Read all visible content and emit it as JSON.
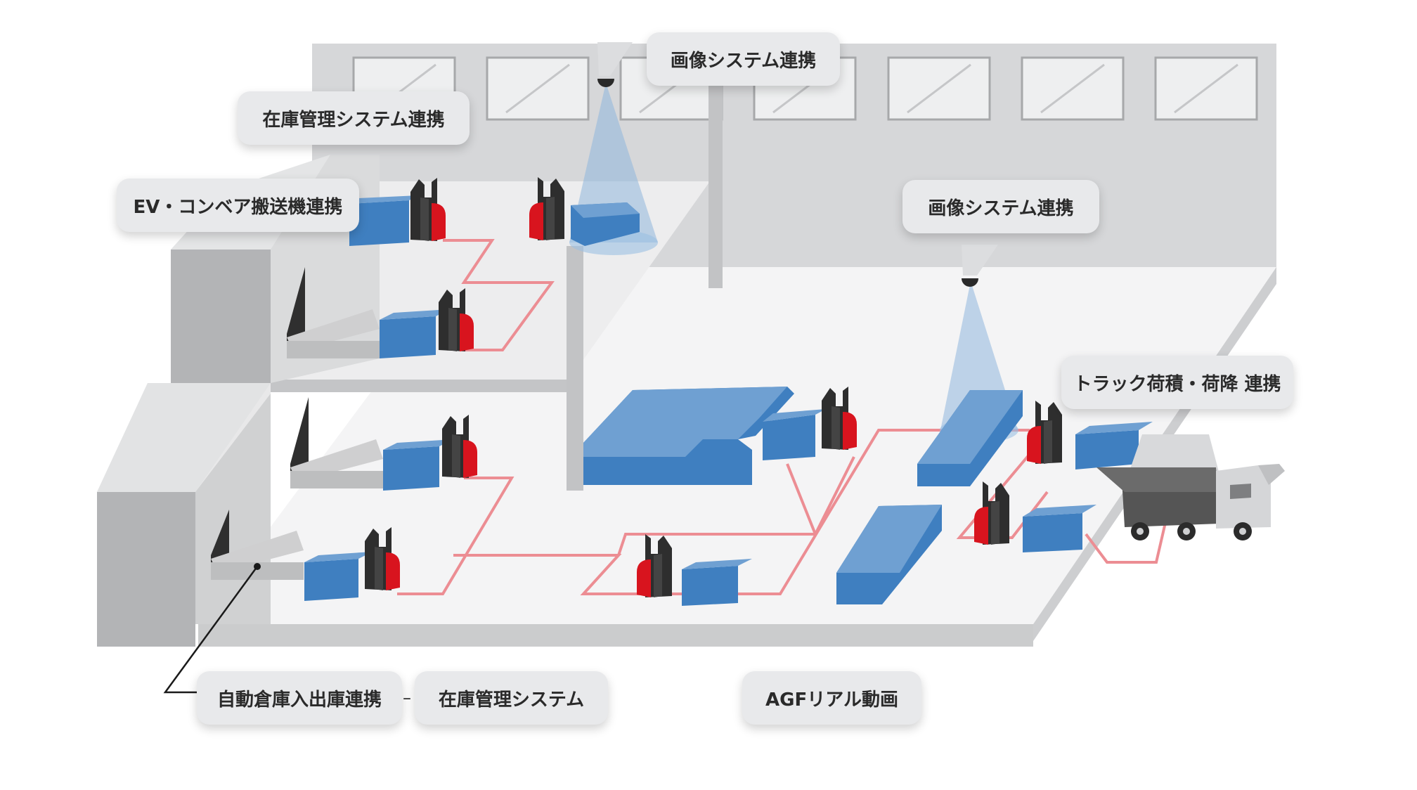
{
  "labels": {
    "image_system_top": "画像システム連携",
    "inventory_link": "在庫管理システム連携",
    "ev_conveyor": "EV・コンベア搬送機連携",
    "image_system_right": "画像システム連携",
    "truck_loading": "トラック荷積・荷降 連携",
    "auto_warehouse": "自動倉庫入出庫連携",
    "separator": "–",
    "inventory_system": "在庫管理システム",
    "agf_video": "AGFリアル動画"
  },
  "colors": {
    "box": "#3f7fc0",
    "forklift": "#d8141e",
    "route": "#ec8d93",
    "wall": "#d6d7d9",
    "floor": "#f3f3f4",
    "tag_bg": "#e8e9eb"
  }
}
